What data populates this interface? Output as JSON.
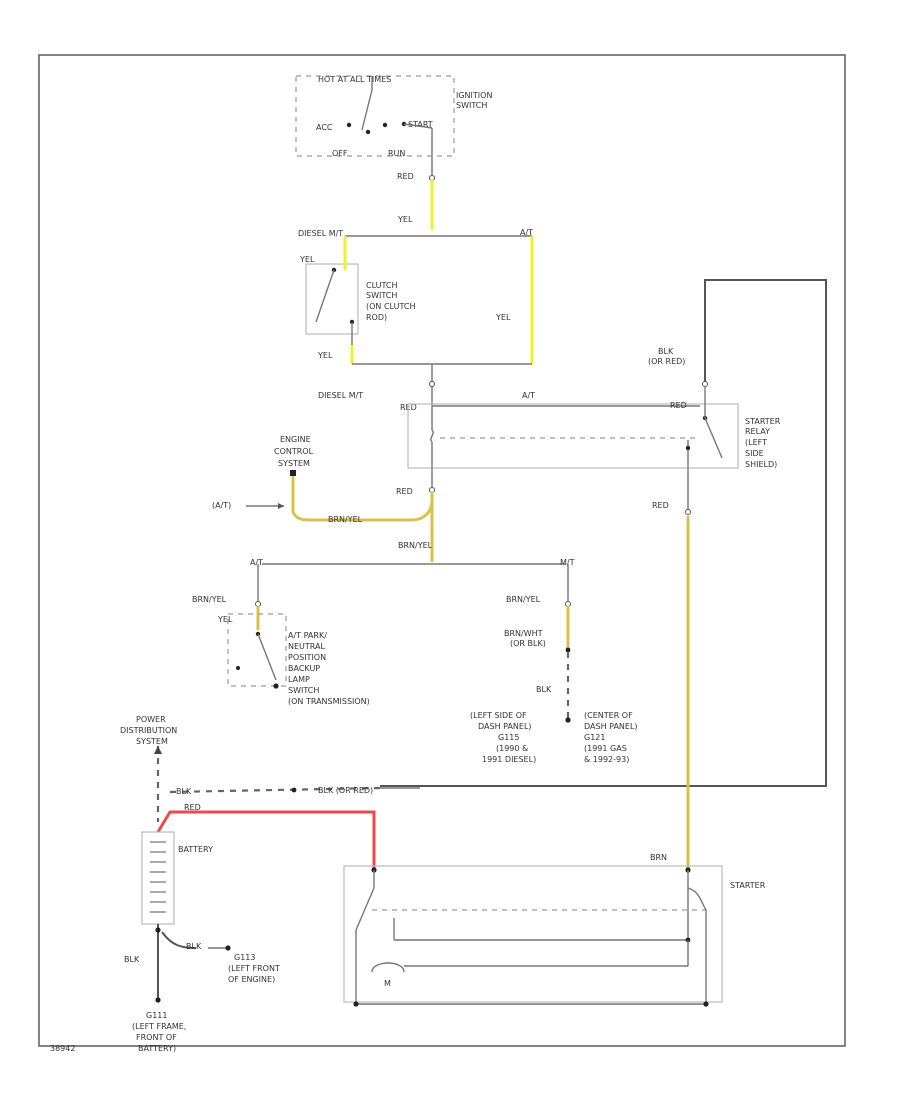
{
  "colors": {
    "yellow": "#f3ef2c",
    "tan": "#d9b64a",
    "red": "#f04848",
    "wire": "#777777",
    "black": "#222222"
  },
  "labels": {
    "hot_at_all_times": "HOT AT ALL TIMES",
    "ignition_switch": [
      "IGNITION",
      "SWITCH"
    ],
    "acc": "ACC",
    "start": "START",
    "off": "OFF",
    "run": "RUN",
    "red_ign": "RED",
    "yel_top": "YEL",
    "diesel_mt_top": "DIESEL M/T",
    "at_top": "A/T",
    "yel_clutch_top": "YEL",
    "clutch_switch": [
      "CLUTCH",
      "SWITCH",
      "(ON CLUTCH",
      "ROD)"
    ],
    "yel_right": "YEL",
    "yel_clutch_bottom": "YEL",
    "blk_or_red_relay": [
      "BLK",
      "(OR RED)"
    ],
    "diesel_mt_mid": "DIESEL M/T",
    "red_mid": "RED",
    "at_mid": "A/T",
    "red_relay": "RED",
    "starter_relay": [
      "STARTER",
      "RELAY",
      "(LEFT",
      "SIDE",
      "SHIELD)"
    ],
    "engine_control_system": [
      "ENGINE",
      "CONTROL",
      "SYSTEM"
    ],
    "at_arrow": "(A/T)",
    "brn_yel_ecs": "BRN/YEL",
    "red_ecs": "RED",
    "red_starter_feed": "RED",
    "brn_yel_mid": "BRN/YEL",
    "at_left": "A/T",
    "mt_right": "M/T",
    "brn_yel_left": "BRN/YEL",
    "yel_park": "YEL",
    "park_neutral_switch": [
      "A/T PARK/",
      "NEUTRAL",
      "POSITION",
      "BACKUP",
      "LAMP",
      "SWITCH",
      "(ON TRANSMISSION)"
    ],
    "brn_yel_right": "BRN/YEL",
    "brn_wht": [
      "BRN/WHT",
      "(OR BLK)"
    ],
    "blk_mid": "BLK",
    "ground_left": [
      "(LEFT SIDE OF",
      "DASH PANEL)",
      "G115",
      "(1990 &",
      "1991 DIESEL)"
    ],
    "ground_right": [
      "(CENTER OF",
      "DASH PANEL)",
      "G121",
      "(1991 GAS",
      "& 1992-93)"
    ],
    "power_distribution_system": [
      "POWER",
      "DISTRIBUTION",
      "SYSTEM"
    ],
    "blk_batt": "BLK",
    "blk_or_red_long": "BLK (OR RED)",
    "red_batt": "RED",
    "battery": "BATTERY",
    "brn_starter": "BRN",
    "starter": "STARTER",
    "motor_m": "M",
    "blk_ground_wire": "BLK",
    "ground_engine": [
      "G113",
      "(LEFT FRONT",
      "OF ENGINE)"
    ],
    "blk_battery_ground": "BLK",
    "ground_battery": [
      "G111",
      "(LEFT FRAME,",
      "FRONT OF",
      "BATTERY)"
    ],
    "figure_code": "38942"
  }
}
